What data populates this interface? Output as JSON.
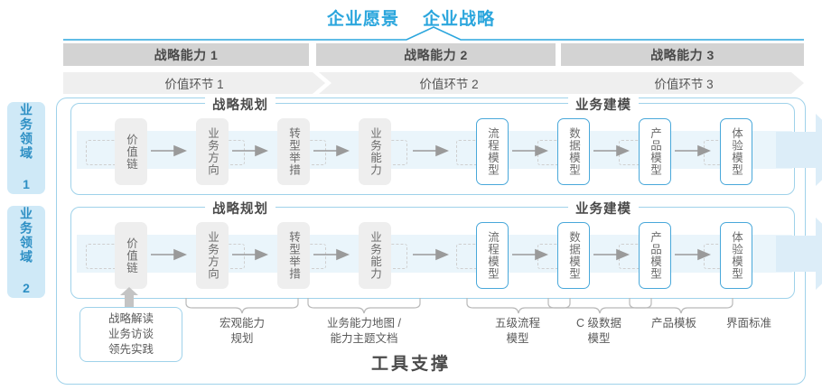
{
  "header": {
    "titles": [
      "企业愿景",
      "企业战略"
    ],
    "accent_color": "#2ba6dd"
  },
  "capability_bar": {
    "segments": [
      {
        "label": "战略能力 1"
      },
      {
        "label": "战略能力 2"
      },
      {
        "label": "战略能力 3"
      }
    ],
    "bg_color": "#d3d3d3",
    "text_color": "#4a4a4a"
  },
  "value_chain_bar": {
    "segments": [
      {
        "label": "价值环节 1"
      },
      {
        "label": "价值环节 2"
      },
      {
        "label": "价值环节 3"
      }
    ],
    "bg_color": "#efefef",
    "text_color": "#555555"
  },
  "domains": [
    {
      "tag": "业务领域 1",
      "phases": [
        {
          "label": "战略规划"
        },
        {
          "label": "业务建模"
        }
      ],
      "nodes": [
        {
          "label": "价值链",
          "style": "gray"
        },
        {
          "label": "业务方向",
          "style": "gray"
        },
        {
          "label": "转型举措",
          "style": "gray"
        },
        {
          "label": "业务能力",
          "style": "gray"
        },
        {
          "label": "流程模型",
          "style": "blue"
        },
        {
          "label": "数据模型",
          "style": "blue"
        },
        {
          "label": "产品模型",
          "style": "blue"
        },
        {
          "label": "体验模型",
          "style": "blue"
        }
      ]
    },
    {
      "tag": "业务领域 2",
      "phases": [
        {
          "label": "战略规划"
        },
        {
          "label": "业务建模"
        }
      ],
      "nodes": [
        {
          "label": "价值链",
          "style": "gray"
        },
        {
          "label": "业务方向",
          "style": "gray"
        },
        {
          "label": "转型举措",
          "style": "gray"
        },
        {
          "label": "业务能力",
          "style": "gray"
        },
        {
          "label": "流程模型",
          "style": "blue"
        },
        {
          "label": "数据模型",
          "style": "blue"
        },
        {
          "label": "产品模型",
          "style": "blue"
        },
        {
          "label": "体验模型",
          "style": "blue"
        }
      ]
    }
  ],
  "tools": {
    "boxed": {
      "label": "战略解读\n业务访谈\n领先实践"
    },
    "items": [
      {
        "label": "宏观能力\n规划"
      },
      {
        "label": "业务能力地图 /\n能力主题文档"
      },
      {
        "label": "五级流程\n模型"
      },
      {
        "label": "C 级数据\n模型"
      },
      {
        "label": "产品模板"
      },
      {
        "label": "界面标准"
      }
    ],
    "footer": "工具支撑"
  },
  "colors": {
    "blue_accent": "#2ba6dd",
    "blue_border": "#9fd2ea",
    "node_blue_border": "#49a8da",
    "band_blue": "#eaf5fb",
    "gray_node": "#eeeeee",
    "tag_bg": "#cfe9f7"
  }
}
